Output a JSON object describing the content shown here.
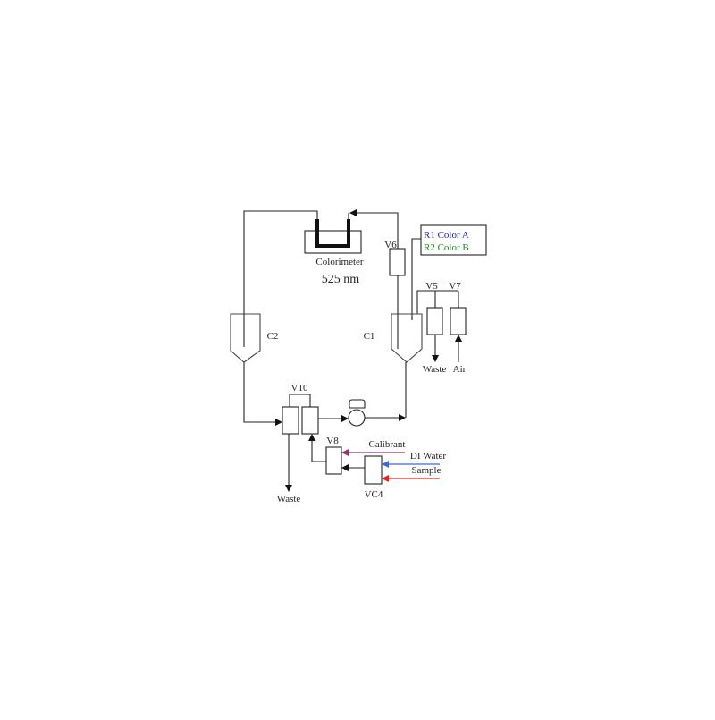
{
  "diagram": {
    "colorimeter": {
      "label": "Colorimeter",
      "wavelength": "525 nm"
    },
    "valves": {
      "v6": "V6",
      "v5": "V5",
      "v7": "V7",
      "v10": "V10",
      "v8": "V8",
      "vc4": "VC4"
    },
    "vessels": {
      "c1": "C1",
      "c2": "C2"
    },
    "reagents": {
      "r1": "R1 Color A",
      "r2": "R2 Color B"
    },
    "outlets": {
      "waste_right": "Waste",
      "air": "Air",
      "waste_left": "Waste"
    },
    "inlets": {
      "calibrant": "Calibrant",
      "di_water": "DI Water",
      "sample": "Sample"
    },
    "colors": {
      "r1_text": "#1a1aa8",
      "r2_text": "#1f8a1f",
      "calibrant_line": "#8a3a6e",
      "di_water_line": "#3a66e6",
      "sample_line": "#e62020"
    }
  }
}
